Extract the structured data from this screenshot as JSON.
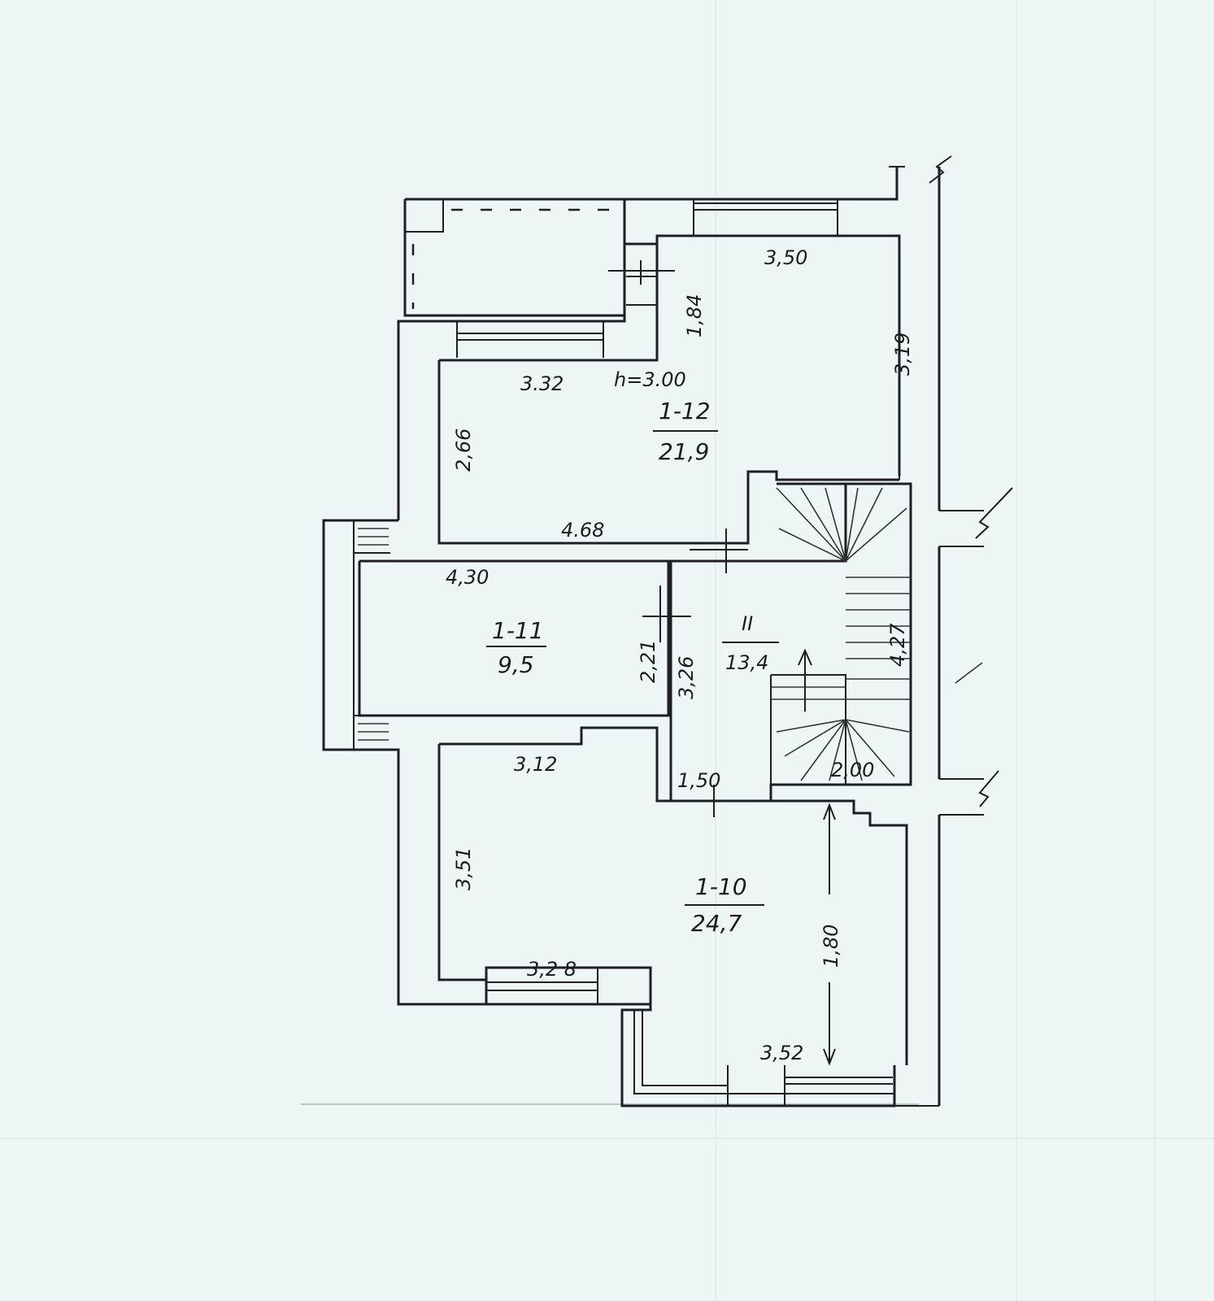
{
  "plan": {
    "ceiling_height": "h=3.00",
    "rooms": [
      {
        "id": "1-12",
        "area": "21,9"
      },
      {
        "id": "1-11",
        "area": "9,5"
      },
      {
        "id": "II",
        "area": "13,4"
      },
      {
        "id": "1-10",
        "area": "24,7"
      }
    ],
    "dimensions": {
      "d_350": "3,50",
      "d_319": "3,19",
      "d_184": "1,84",
      "d_332": "3.32",
      "d_266": "2,66",
      "d_468": "4.68",
      "d_430": "4,30",
      "d_221": "2,21",
      "d_326": "3,26",
      "d_427": "4,27",
      "d_312": "3,12",
      "d_150": "1,50",
      "d_200": "2,00",
      "d_351": "3,51",
      "d_180": "1,80",
      "d_328": "3,2 8",
      "d_352": "3,52"
    }
  }
}
